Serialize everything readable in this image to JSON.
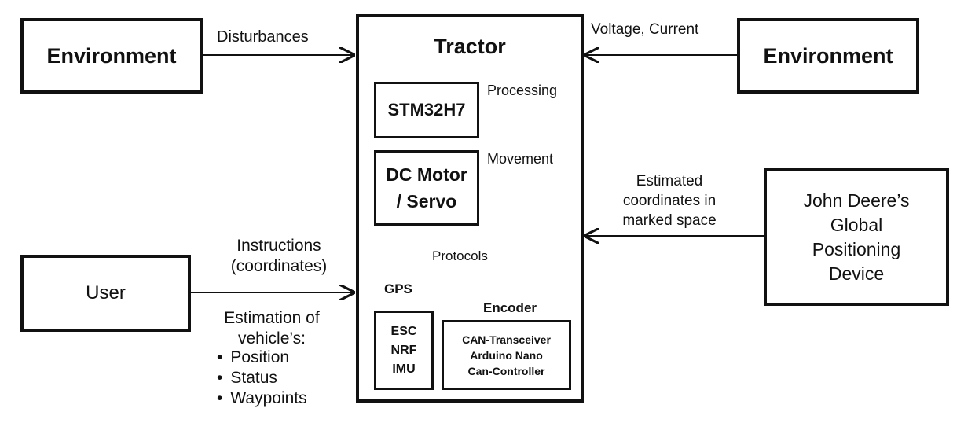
{
  "env_left": "Environment",
  "env_right": "Environment",
  "user": "User",
  "jd_device": [
    "John Deere’s",
    "Global",
    "Positioning",
    "Device"
  ],
  "tractor": {
    "title": "Tractor",
    "processing_label": "Processing",
    "stm_label": "STM32H7",
    "movement_label": "Movement",
    "motor_lines": [
      "DC Motor",
      "/ Servo"
    ],
    "protocols_label": "Protocols",
    "gps_label": "GPS",
    "encoder_label": "Encoder",
    "gps_items": [
      "ESC",
      "NRF",
      "IMU"
    ],
    "encoder_items": [
      "CAN-Transceiver",
      "Arduino Nano",
      "Can-Controller"
    ]
  },
  "edges": {
    "disturbances": "Disturbances",
    "voltage_current": "Voltage, Current",
    "instructions": [
      "Instructions",
      "(coordinates)"
    ],
    "estimated": [
      "Estimated",
      "coordinates in",
      "marked space"
    ],
    "estimation_title": [
      "Estimation of",
      "vehicle’s:"
    ],
    "estimation_items": [
      "Position",
      "Status",
      "Waypoints"
    ]
  }
}
